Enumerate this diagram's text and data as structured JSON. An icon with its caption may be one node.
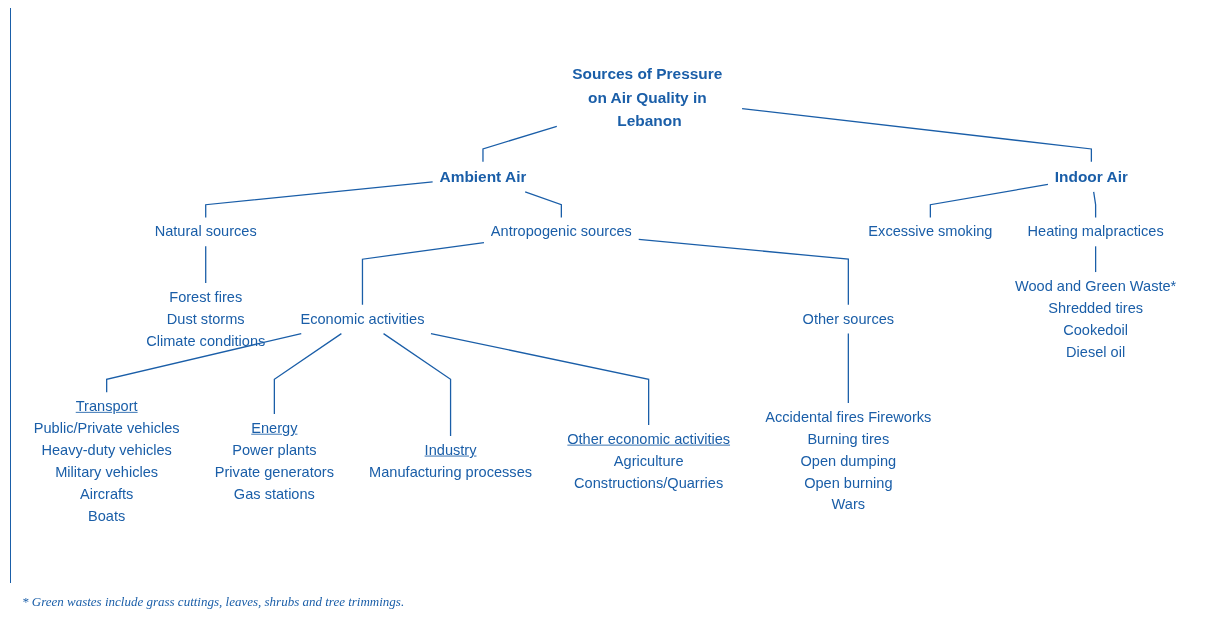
{
  "diagram": {
    "nodes": [
      {
        "text": [
          "Sources of Pressure on Air Quality in Lebanon"
        ]
      },
      {
        "text": [
          "Ambient Air"
        ]
      },
      {
        "text": [
          "Indoor Air"
        ]
      },
      {
        "text": [
          "Natural sources"
        ]
      },
      {
        "text": [
          "Antropogenic sources"
        ]
      },
      {
        "text": [
          "Excessive smoking"
        ]
      },
      {
        "text": [
          "Heating malpractices"
        ]
      },
      {
        "text": [
          "Forest fires",
          "Dust storms",
          "Climate conditions"
        ]
      },
      {
        "text": [
          "Economic activities"
        ]
      },
      {
        "text": [
          "Other sources"
        ]
      },
      {
        "text": [
          "Wood and Green Waste*",
          "Shredded tires",
          "Cookedoil",
          "Diesel oil"
        ]
      },
      {
        "text": [
          "Transport",
          "Public/Private vehicles",
          "Heavy-duty vehicles",
          "Military vehicles",
          "Aircrafts",
          "Boats"
        ]
      },
      {
        "text": [
          "Energy",
          "Power plants",
          "Private generators",
          "Gas stations"
        ]
      },
      {
        "text": [
          "Industry",
          "Manufacturing processes"
        ]
      },
      {
        "text": [
          "Other economic activities",
          "Agriculture",
          "Constructions/Quarries"
        ]
      },
      {
        "text": [
          "Accidental fires Fireworks",
          "Burning tires",
          "Open dumping",
          "Open burning",
          "Wars"
        ]
      }
    ],
    "edges": [
      {
        "from": 0,
        "to": 1,
        "arrow": "none"
      },
      {
        "from": 0,
        "to": 2,
        "arrow": "none"
      },
      {
        "from": 1,
        "to": 3,
        "arrow": "none"
      },
      {
        "from": 1,
        "to": 4,
        "arrow": "none"
      },
      {
        "from": 2,
        "to": 5,
        "arrow": "none"
      },
      {
        "from": 2,
        "to": 6,
        "arrow": "none"
      },
      {
        "from": 3,
        "to": 7,
        "arrow": "none"
      },
      {
        "from": 4,
        "to": 8,
        "arrow": "none"
      },
      {
        "from": 4,
        "to": 9,
        "arrow": "none"
      },
      {
        "from": 6,
        "to": 10,
        "arrow": "none"
      },
      {
        "from": 8,
        "to": 11,
        "arrow": "none"
      },
      {
        "from": 8,
        "to": 12,
        "arrow": "none"
      },
      {
        "from": 8,
        "to": 13,
        "arrow": "none"
      },
      {
        "from": 8,
        "to": 14,
        "arrow": "none"
      },
      {
        "from": 9,
        "to": 15,
        "arrow": "none"
      }
    ],
    "caption": "* Green wastes include grass cuttings, leaves, shrubs and tree trimmings."
  }
}
